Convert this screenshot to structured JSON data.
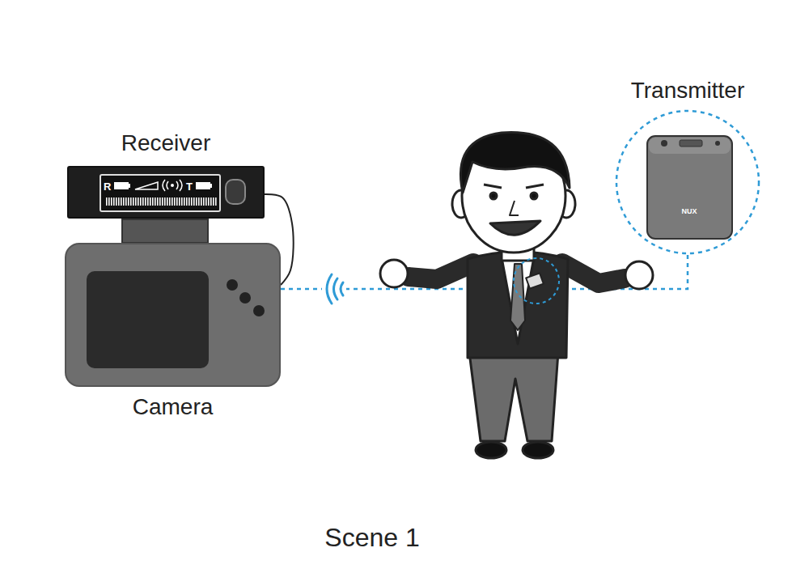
{
  "diagram": {
    "caption": "Scene 1",
    "nodes": [
      {
        "text": [
          "Receiver"
        ]
      },
      {
        "text": [
          "Camera"
        ]
      },
      {
        "text": [
          "Transmitter"
        ]
      }
    ],
    "edges": [
      {
        "from": 0,
        "to": 1,
        "arrow": "none"
      },
      {
        "from": 1,
        "to": 2,
        "arrow": "none"
      }
    ],
    "labels": [
      "R",
      "T",
      "NUX"
    ]
  }
}
